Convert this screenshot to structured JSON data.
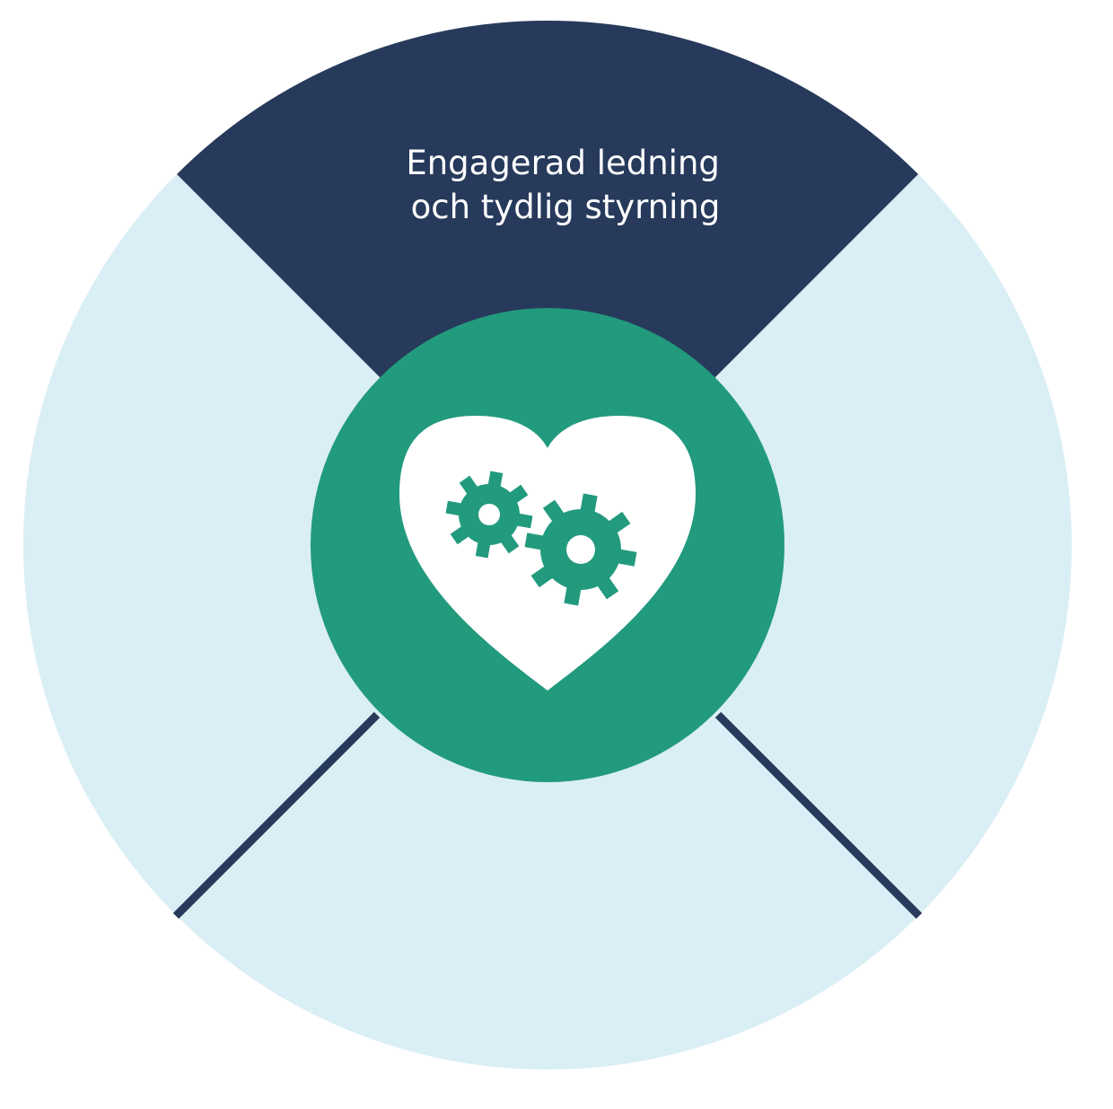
{
  "diagram": {
    "segments": [
      {
        "position": "top",
        "label_lines": [
          "Engagerad ledning",
          "och tydlig styrning"
        ],
        "highlighted": true
      },
      {
        "position": "right",
        "label_lines": [],
        "highlighted": false
      },
      {
        "position": "bottom",
        "label_lines": [],
        "highlighted": false
      },
      {
        "position": "left",
        "label_lines": [],
        "highlighted": false
      }
    ],
    "center_icon": "heart-with-gears-icon"
  },
  "colors": {
    "highlighted_segment": "#273a5b",
    "segment": "#daeef5",
    "divider": "#273a5b",
    "center": "#229a7d",
    "heart": "#ffffff",
    "gear": "#229a7d"
  }
}
